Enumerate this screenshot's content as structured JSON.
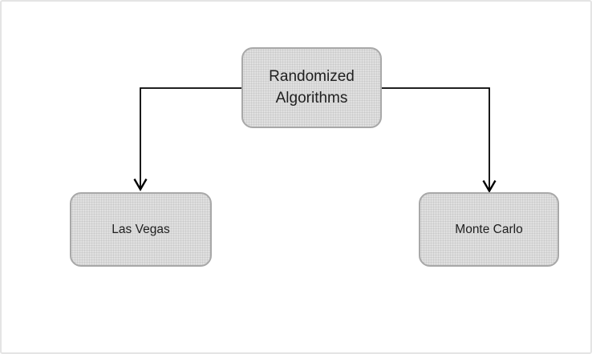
{
  "diagram": {
    "nodes": [
      {
        "id": "randomized-algorithms",
        "label": "Randomized Algorithms"
      },
      {
        "id": "las-vegas",
        "label": "Las Vegas"
      },
      {
        "id": "monte-carlo",
        "label": "Monte Carlo"
      }
    ],
    "edges": [
      {
        "from": "randomized-algorithms",
        "to": "las-vegas",
        "style": "elbow-arrow"
      },
      {
        "from": "randomized-algorithms",
        "to": "monte-carlo",
        "style": "elbow-arrow"
      }
    ],
    "colors": {
      "node_fill": "#e0e0e0",
      "node_fill_dot": "#c9c9c9",
      "node_border": "#a8a8a8",
      "node_text": "#1f1f1f",
      "connector": "#000000",
      "canvas_background": "#ffffff",
      "canvas_border": "#e4e4e4"
    }
  }
}
